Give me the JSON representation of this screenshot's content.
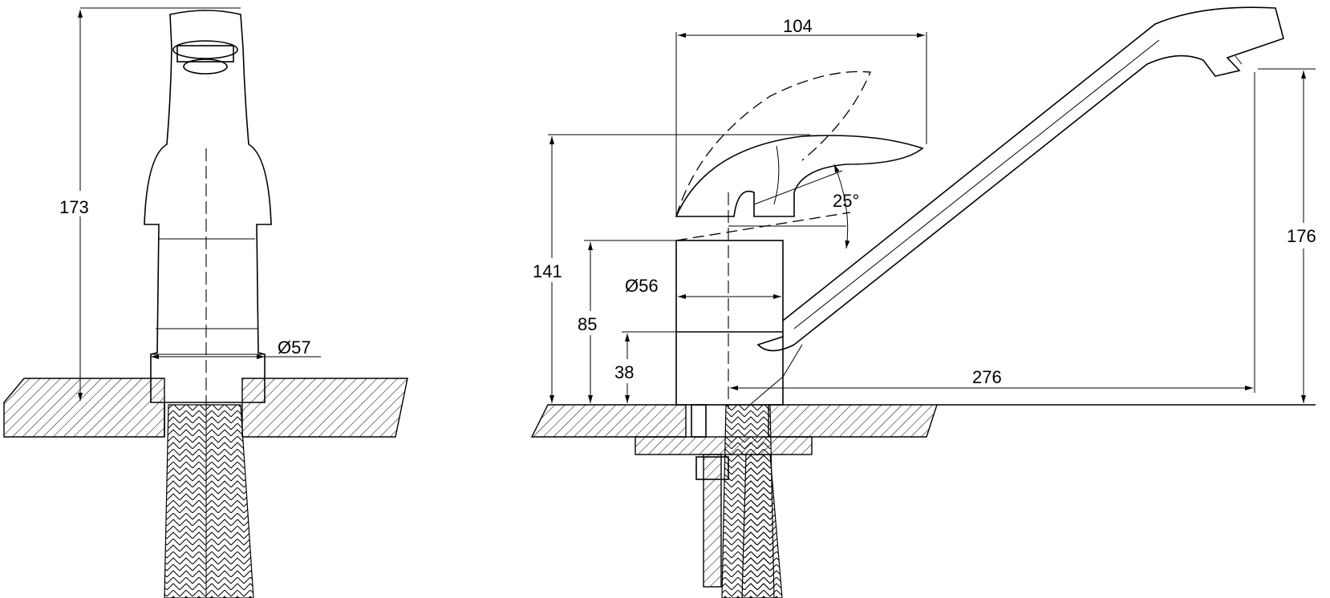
{
  "dimensions": {
    "height_total_front": "173",
    "base_diameter": "Ø57",
    "handle_width": "104",
    "handle_angle": "25°",
    "height_handle": "141",
    "body_diameter": "Ø56",
    "height_body": "85",
    "height_base": "38",
    "spout_reach": "276",
    "spout_height": "176"
  }
}
